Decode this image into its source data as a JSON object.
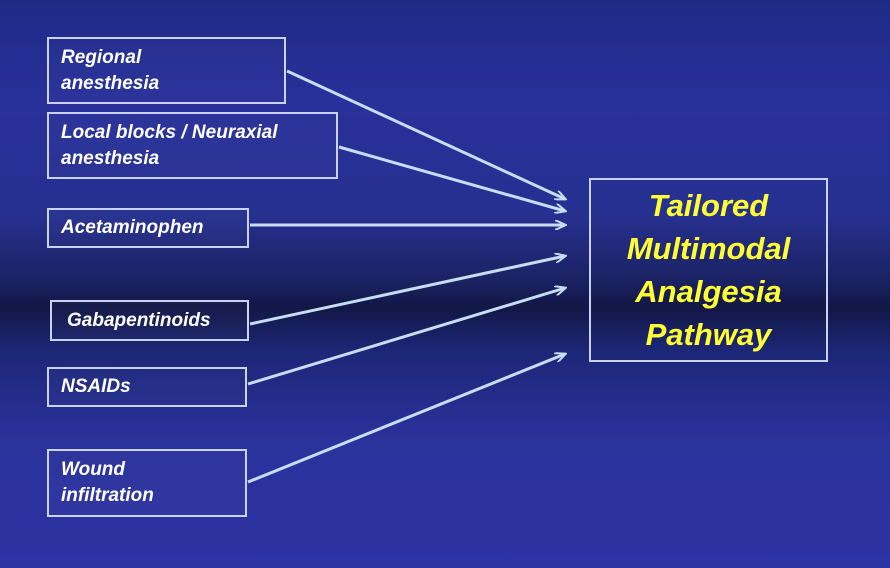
{
  "inputs": [
    {
      "label": "Regional\nanesthesia"
    },
    {
      "label": "Local blocks / Neuraxial\nanesthesia"
    },
    {
      "label": "Acetaminophen"
    },
    {
      "label": "Gabapentinoids"
    },
    {
      "label": "NSAIDs"
    },
    {
      "label": "Wound\ninfiltration"
    }
  ],
  "target": {
    "lines": [
      "Tailored",
      "Multimodal",
      "Analgesia",
      "Pathway"
    ]
  },
  "colors": {
    "background": "#27309a",
    "box_border": "#c9d2ee",
    "input_text": "#ffffff",
    "target_text": "#ffff33",
    "arrow": "#c6ddf3"
  }
}
